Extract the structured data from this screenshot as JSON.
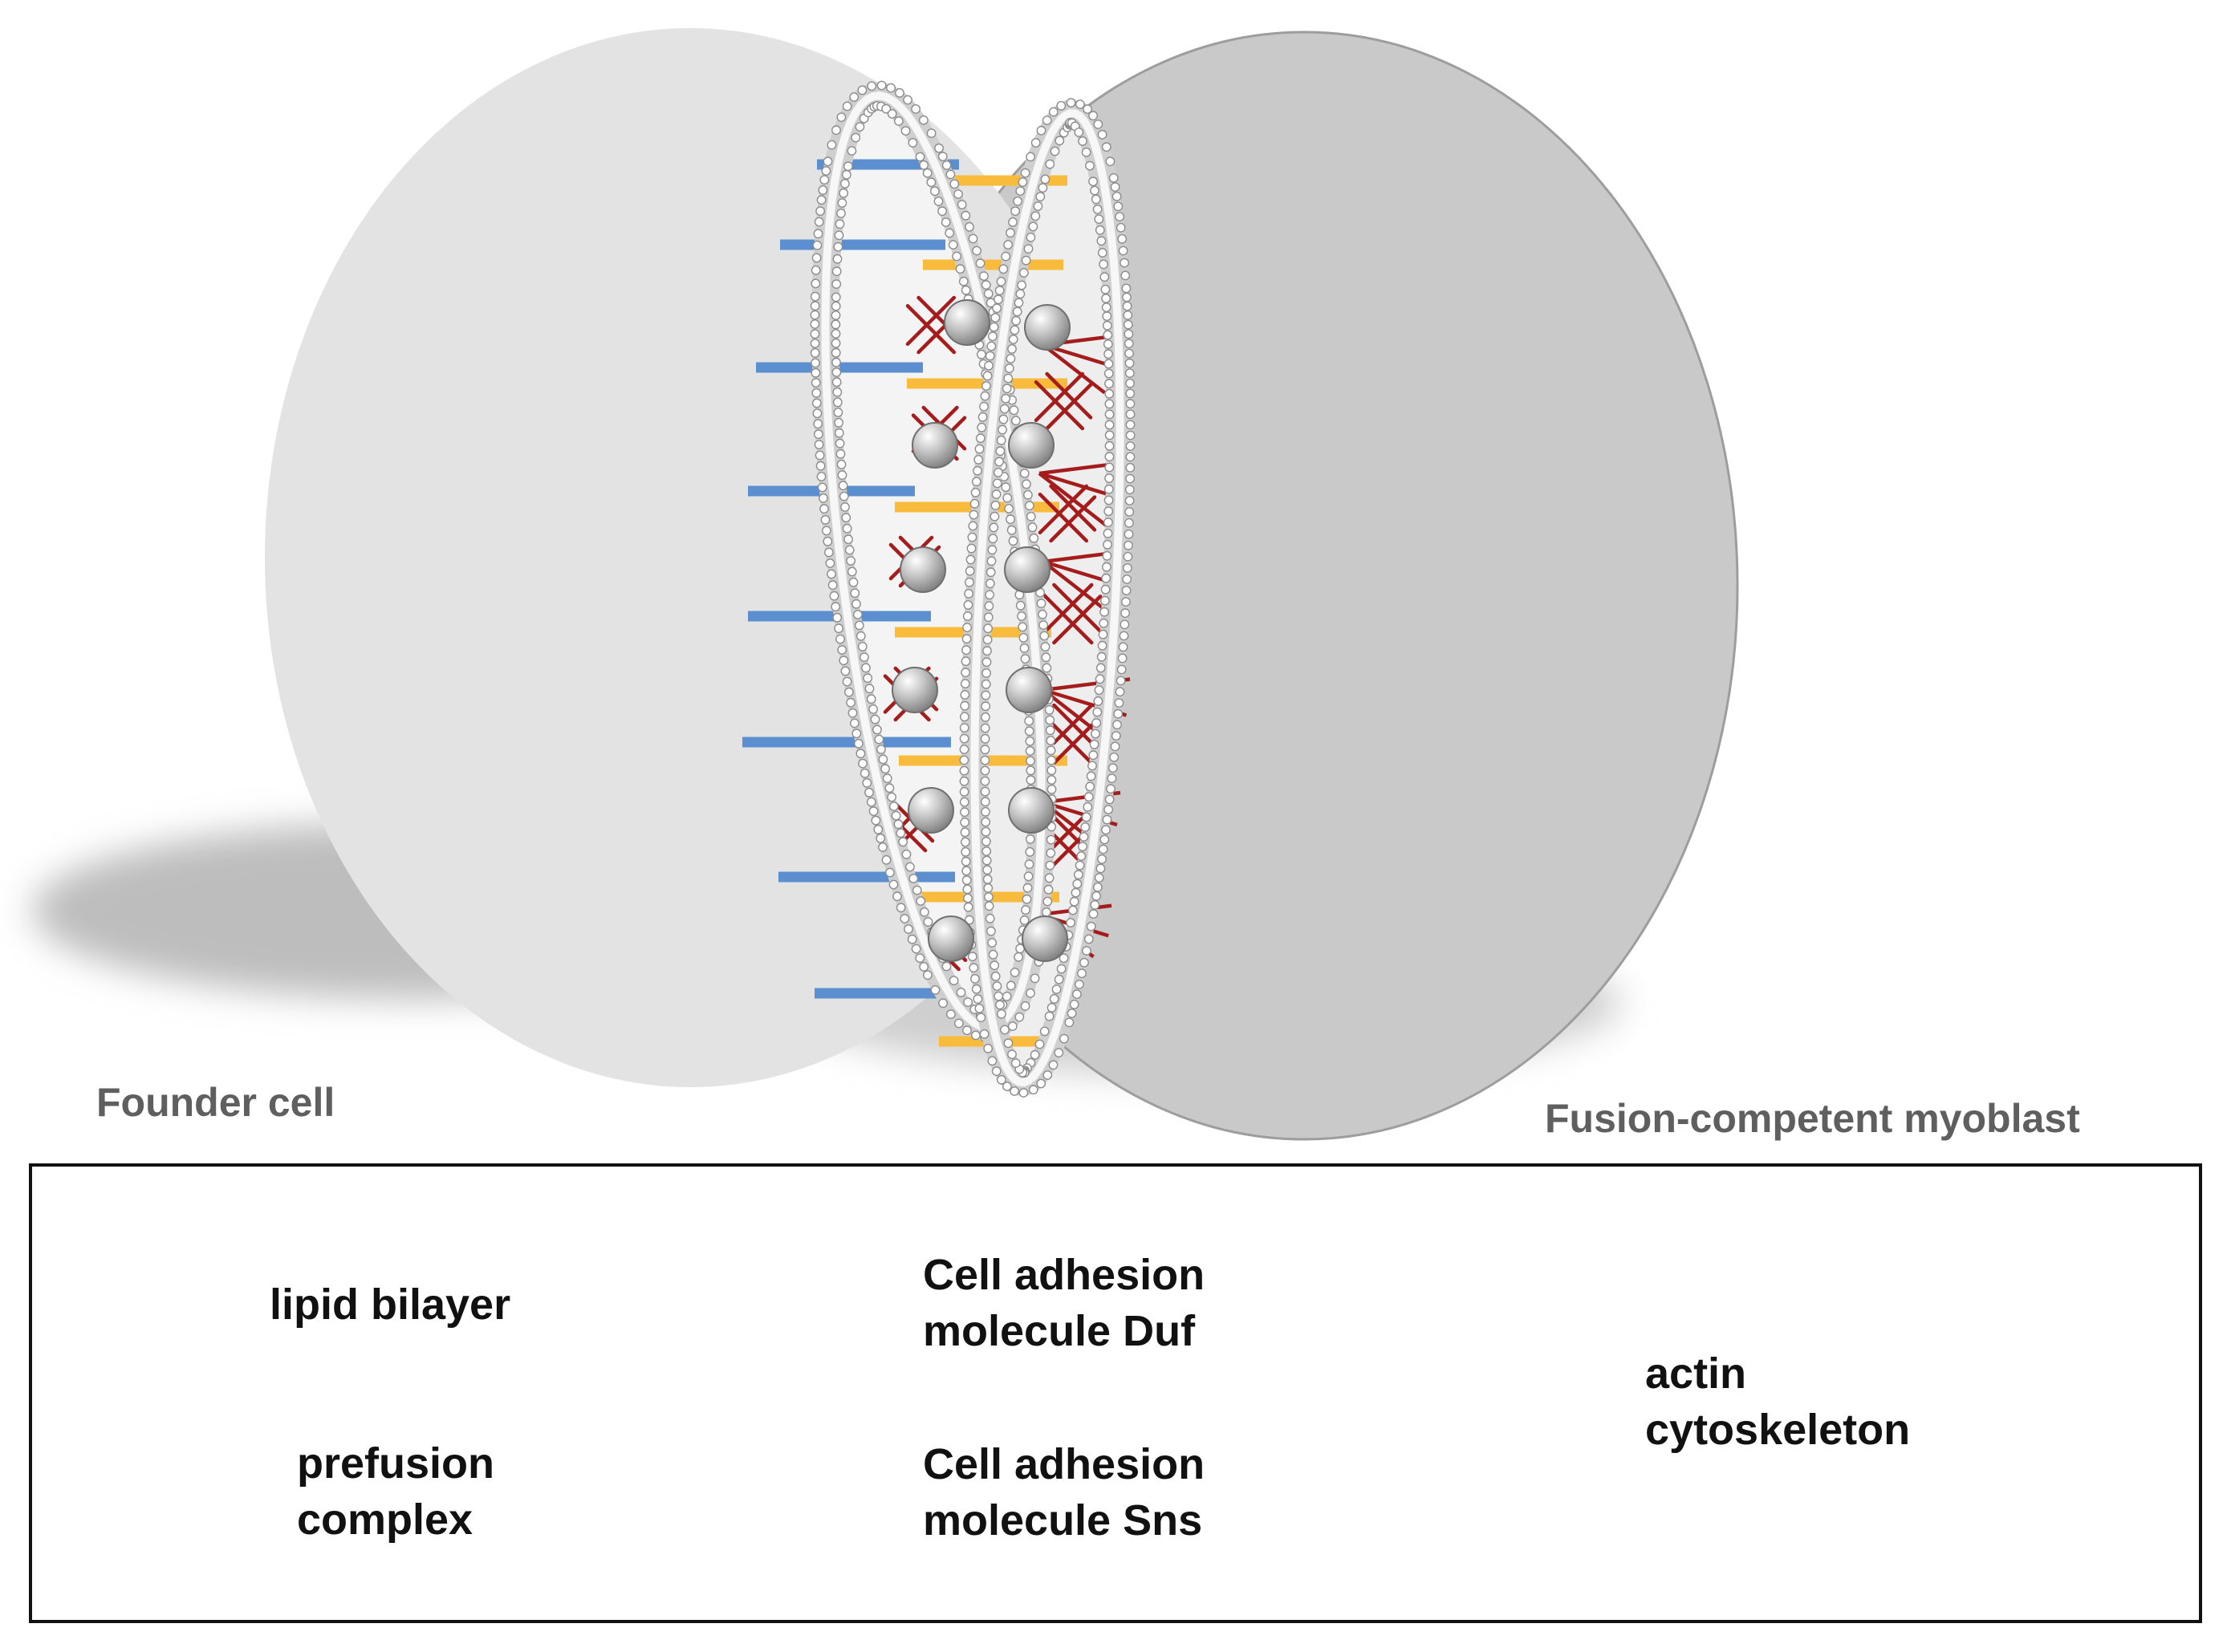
{
  "labels": {
    "founder_cell": "Founder cell",
    "fcm": "Fusion-competent myoblast"
  },
  "legend": {
    "lipid_bilayer": "lipid bilayer",
    "prefusion_line1": "prefusion",
    "prefusion_line2": "complex",
    "duf_line1": "Cell adhesion",
    "duf_line2": "molecule Duf",
    "sns_line1": "Cell adhesion",
    "sns_line2": "molecule Sns",
    "actin_line1": "actin",
    "actin_line2": "cytoskeleton"
  },
  "colors": {
    "founder_cell": "#e3e3e3",
    "fcm": "#c9c9c9",
    "duf": "#5b8fd0",
    "sns": "#f8bb3c",
    "actin": "#a51c1c",
    "sphere": "#b4b4b4"
  },
  "icons": [
    "lipid-bilayer-icon",
    "prefusion-complex-icon",
    "duf-bar-icon",
    "sns-bar-icon",
    "actin-icon"
  ]
}
